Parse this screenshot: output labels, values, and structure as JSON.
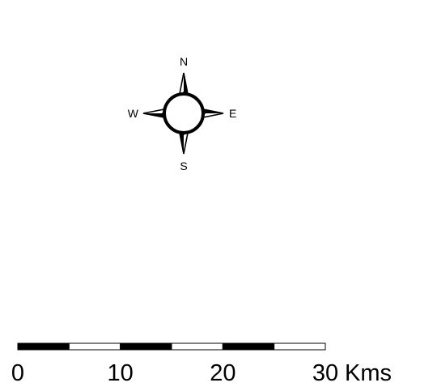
{
  "compass": {
    "icon": "north-arrow-compass-rose-icon",
    "north_label": "N",
    "south_label": "S",
    "east_label": "E",
    "west_label": "W"
  },
  "scale_bar": {
    "icon": "scale-bar-icon",
    "max_distance": 30,
    "segment_distance": 5,
    "unit": "Kms",
    "labels": [
      "0",
      "10",
      "20",
      "30"
    ],
    "colors": {
      "dark": "#000000",
      "light": "#ffffff"
    }
  }
}
